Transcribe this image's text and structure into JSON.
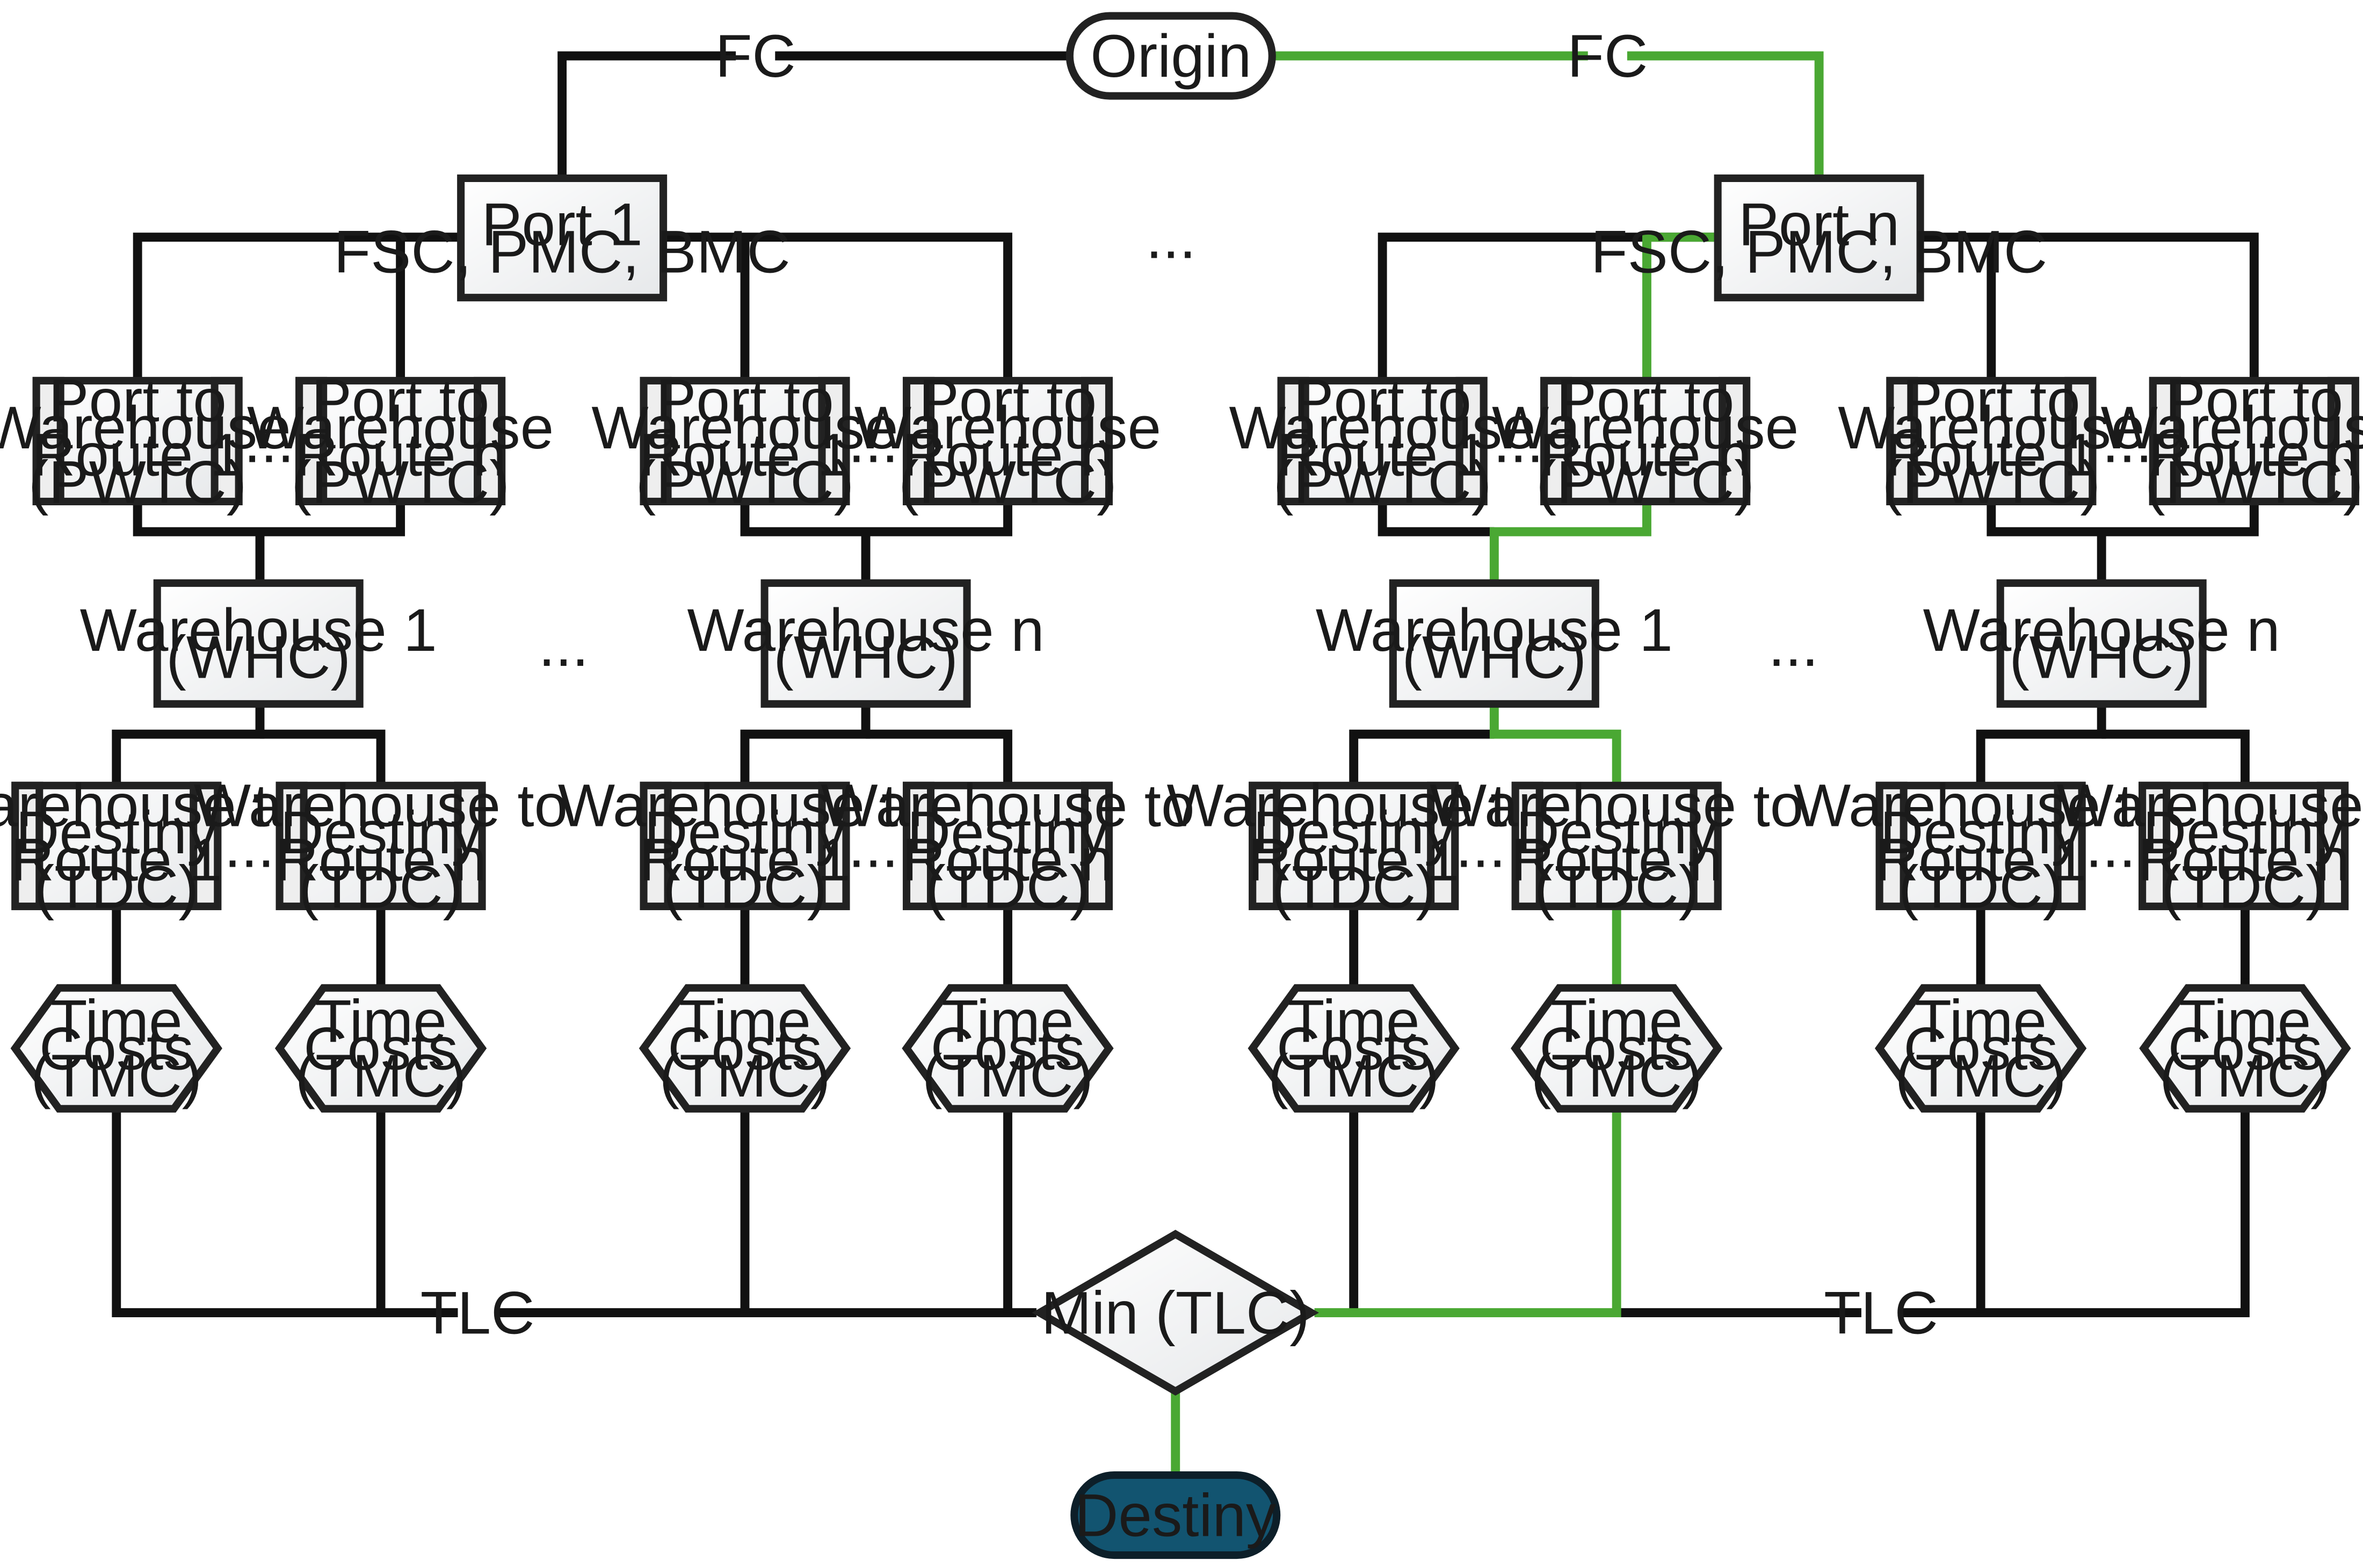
{
  "colors": {
    "black_path": "#111111",
    "green_path": "#4aa833",
    "destination_fill": "#125470"
  },
  "origin": "Origin",
  "destiny": "Destiny",
  "decision": "Min (TLC)",
  "ellipsis": "...",
  "edge_labels": {
    "fc": "FC",
    "tlc": "TLC"
  },
  "ports": [
    [
      "Port 1",
      "FSC, PMC, BMC"
    ],
    [
      "Port n",
      "FSC, PMC, BMC"
    ]
  ],
  "port_routes": [
    [
      "Port to",
      "Warehouse",
      "Route 1",
      "(PWTC)"
    ],
    [
      "Port to",
      "Warehouse",
      "Route n",
      "(PWTC)"
    ]
  ],
  "warehouses": [
    [
      "Warehouse 1",
      "(WHC)"
    ],
    [
      "Warehouse n",
      "(WHC)"
    ]
  ],
  "dest_routes": [
    [
      "Warehouse to",
      "Destiny",
      "Route 1",
      "(TDC)"
    ],
    [
      "Warehouse to",
      "Destiny",
      "Route n",
      "(TDC)"
    ]
  ],
  "time_costs": [
    "Time",
    "Costs",
    "(TMC)"
  ]
}
